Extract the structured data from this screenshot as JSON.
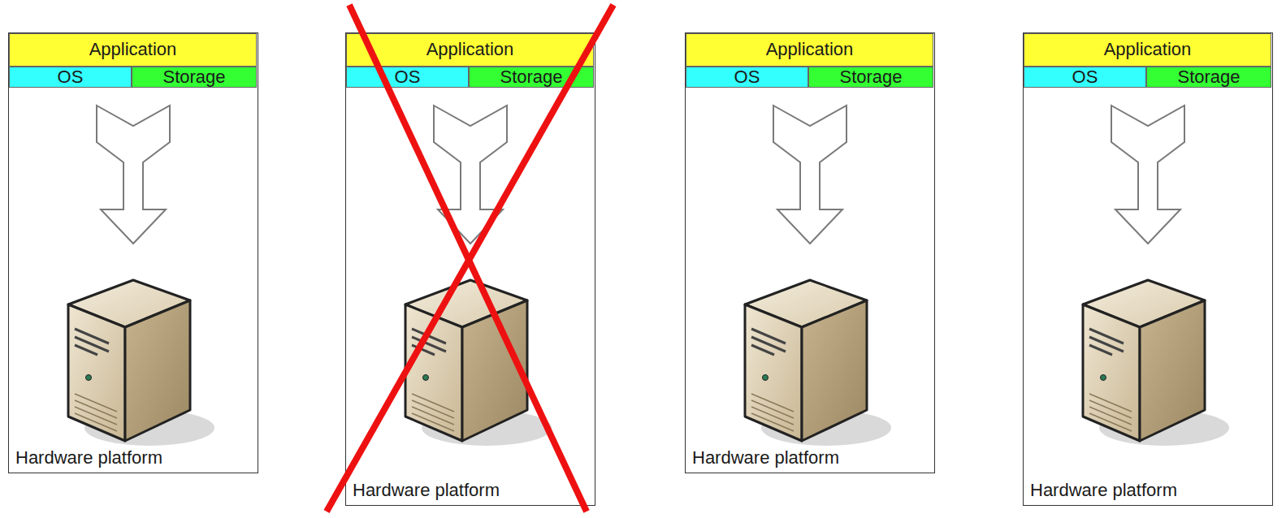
{
  "diagram": {
    "nodes": [
      {
        "text": [
          "Hardware platform"
        ]
      },
      {
        "text": [
          "Application"
        ],
        "in": 0
      },
      {
        "text": [
          "OS"
        ],
        "in": 0
      },
      {
        "text": [
          "Storage"
        ],
        "in": 0
      },
      {
        "text": [
          "Hardware platform"
        ]
      },
      {
        "text": [
          "Application"
        ],
        "in": 4
      },
      {
        "text": [
          "OS"
        ],
        "in": 4
      },
      {
        "text": [
          "Storage"
        ],
        "in": 4
      },
      {
        "text": [
          "Hardware platform"
        ]
      },
      {
        "text": [
          "Application"
        ],
        "in": 8
      },
      {
        "text": [
          "OS"
        ],
        "in": 8
      },
      {
        "text": [
          "Storage"
        ],
        "in": 8
      },
      {
        "text": [
          "Hardware platform"
        ]
      },
      {
        "text": [
          "Application"
        ],
        "in": 12
      },
      {
        "text": [
          "OS"
        ],
        "in": 12
      },
      {
        "text": [
          "Storage"
        ],
        "in": 12
      }
    ]
  }
}
